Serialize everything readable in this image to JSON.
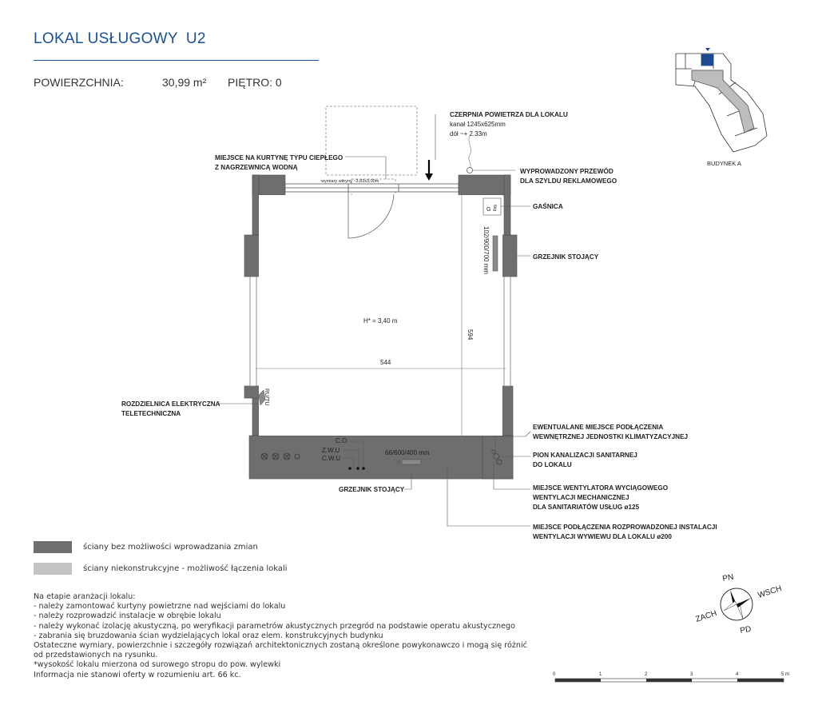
{
  "title": {
    "unit": "LOKAL USŁUGOWY",
    "code": "U2"
  },
  "info": {
    "area_label": "POWIERZCHNIA:",
    "area_value": "30,99 m²",
    "floor": "PIĘTRO: 0"
  },
  "plan": {
    "height": "H* = 3,40 m",
    "dim_width": "544",
    "dim_depth": "594",
    "window_dims": "wymiary witryny ~3,83x3,00m",
    "radiator_right_dims": "102/900/700 mm",
    "radiator_bottom_dims": "66/600/400 mm",
    "ru_tu": "RU/TU",
    "co": "C.O",
    "zwu": "Z.W.U",
    "cwu": "C.W.U",
    "extinguisher_tag": "6kg",
    "extinguisher_symbol": "G"
  },
  "callouts": {
    "air_intake": [
      "CZERPNIA POWIETRZA DLA LOKALU",
      "kanał 1245x625mm",
      "dół ~+ 2.33m"
    ],
    "curtain": [
      "MIEJSCE NA KURTYNĘ TYPU CIEPŁEGO",
      "Z NAGRZEWNICĄ WODNĄ"
    ],
    "sign_cable": [
      "WYPROWADZONY PRZEWÓD",
      "DLA SZYLDU REKLAMOWEGO"
    ],
    "extinguisher": [
      "GAŚNICA"
    ],
    "radiator_right": [
      "GRZEJNIK STOJĄCY"
    ],
    "electric": [
      "ROZDZIELNICA ELEKTRYCZNA",
      "TELETECHNICZNA"
    ],
    "ac_unit": [
      "EWENTUALANE MIEJSCE PODŁĄCZENIA",
      "WEWNĘTRZNEJ JEDNOSTKI KLIMATYZACYJNEJ"
    ],
    "sewage": [
      "PION KANALIZACJI SANITARNEJ",
      "DO LOKALU"
    ],
    "exhaust_fan": [
      "MIEJSCE WENTYLATORA WYCIĄGOWEGO",
      "WENTYLACJI MECHANICZNEJ",
      "DLA SANITARIATÓW USŁUG ø125"
    ],
    "ventilation": [
      "MIEJSCE PODŁĄCZENIA ROZPROWADZONEJ INSTALACJI",
      "WENTYLACJI WYWIEWU DLA LOKALU ø200"
    ],
    "radiator_bottom": [
      "GRZEJNIK STOJĄCY"
    ]
  },
  "key_plan": {
    "caption": "BUDYNEK A"
  },
  "legend": [
    {
      "color": "#6e6e70",
      "text": "ściany bez możliwości wprowadzania zmian"
    },
    {
      "color": "#c4c4c4",
      "text": "ściany niekonstrukcyjne - możliwość łączenia lokali"
    }
  ],
  "compass": {
    "n": "PN",
    "e": "WSCH",
    "w": "ZACH",
    "s": "PD"
  },
  "scale": {
    "ticks": [
      "0",
      "1",
      "2",
      "3",
      "4",
      "5 m"
    ]
  },
  "notes": [
    "Na etapie aranżacji lokalu:",
    "- należy zamontować kurtyny powietrzne nad wejściami do lokalu",
    "- należy rozprowadzić instalacje w obrębie lokalu",
    "- należy wykonać izolację akustyczną, po weryfikacji parametrów akustycznych przegród na podstawie operatu akustycznego",
    "- zabrania się bruzdowania ścian wydzielających lokal oraz elem. konstrukcyjnych budynku",
    "Ostateczne wymiary, powierzchnie i szczegóły rozwiązań architektonicznych zostaną określone powykonawczo i mogą się różnić",
    "od przedstawionych na rysunku.",
    "*wysokość lokalu mierzona od surowego stropu do pow. wylewki",
    "Informacja nie stanowi oferty w rozumieniu art. 66 kc."
  ]
}
